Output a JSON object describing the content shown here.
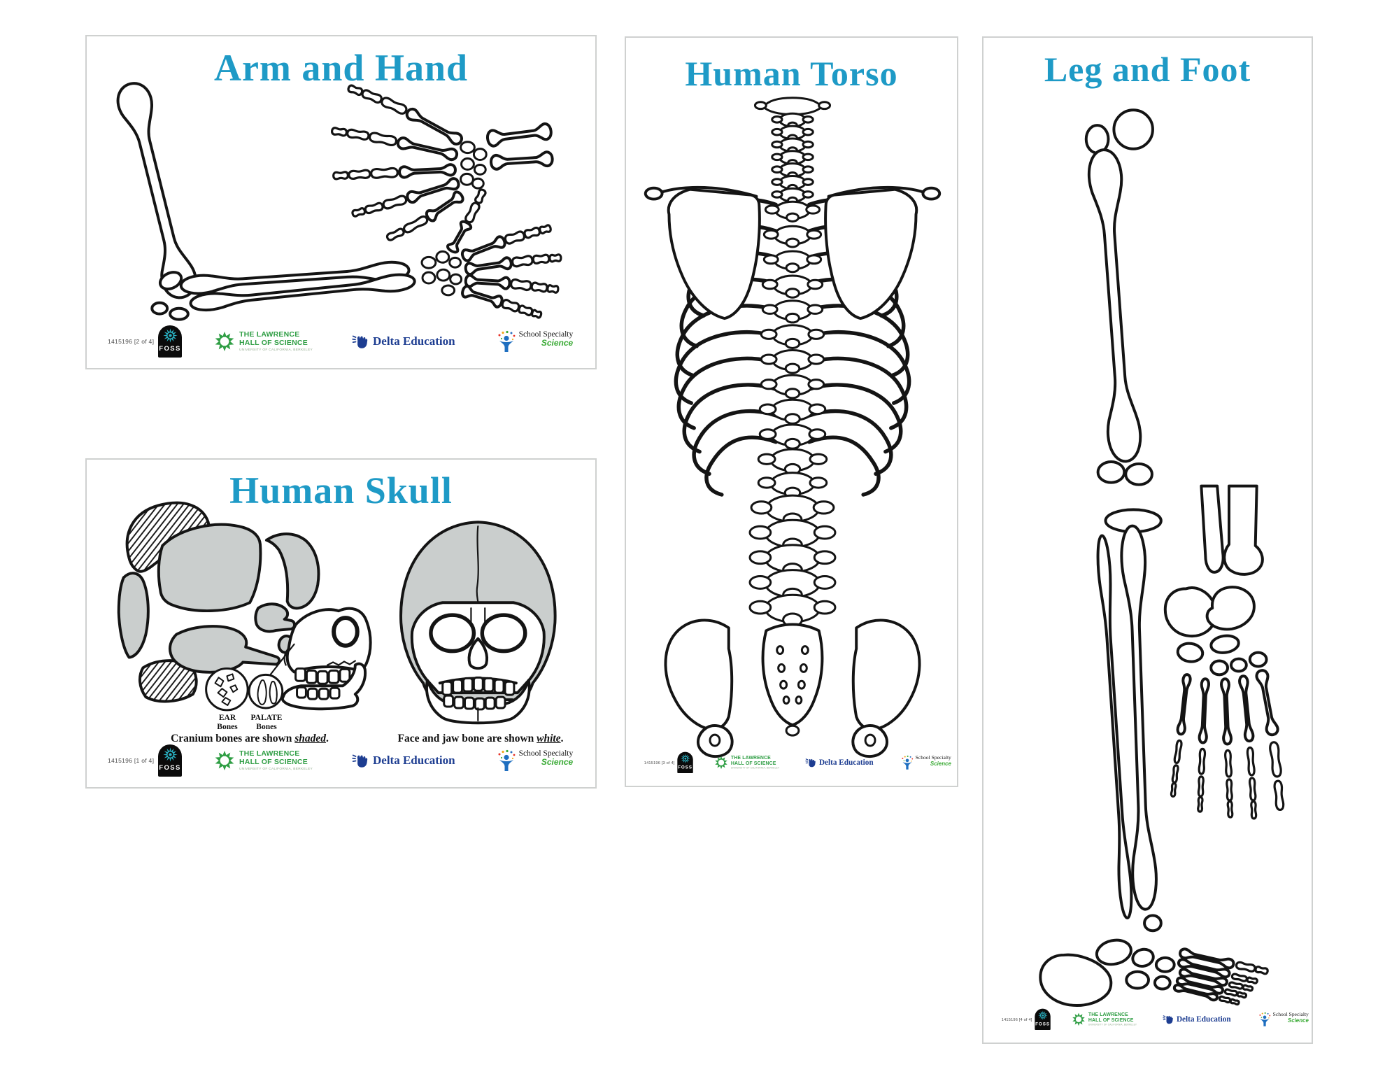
{
  "colors": {
    "title_blue": "#1e9ac6",
    "cranium_shaded_gray": "#cacecd",
    "bone_outline_black": "#141414",
    "foss_starburst_teal": "#2ab3c4",
    "lawrence_green": "#2f9e44",
    "delta_navy": "#1d3d91",
    "school_specialty_blue": "#1f6fc0",
    "science_green": "#3aaa35"
  },
  "posters": {
    "arm_and_hand": {
      "title": "Arm and Hand",
      "code": "1415196 [2 of 4]"
    },
    "human_skull": {
      "title": "Human Skull",
      "code": "1415196 [1 of 4]",
      "ear_label": {
        "line1": "EAR",
        "line2": "Bones"
      },
      "palate_label": {
        "line1": "PALATE",
        "line2": "Bones"
      },
      "caption_cranium": {
        "prefix": "Cranium bones are shown ",
        "emphasis": "shaded",
        "suffix": "."
      },
      "caption_face": {
        "prefix": "Face and jaw bone are shown ",
        "emphasis": "white",
        "suffix": "."
      }
    },
    "human_torso": {
      "title": "Human Torso",
      "code": "1415196 [3 of 4]"
    },
    "leg_and_foot": {
      "title": "Leg and Foot",
      "code": "1415196 [4 of 4]"
    }
  },
  "footer": {
    "foss": {
      "label": "FOSS"
    },
    "lawrence_hall": {
      "line1": "THE LAWRENCE",
      "line2": "HALL OF SCIENCE",
      "subline": "UNIVERSITY OF CALIFORNIA, BERKELEY"
    },
    "delta": {
      "label": "Delta Education"
    },
    "school_specialty": {
      "line1": "School Specialty",
      "line2": "Science"
    }
  }
}
